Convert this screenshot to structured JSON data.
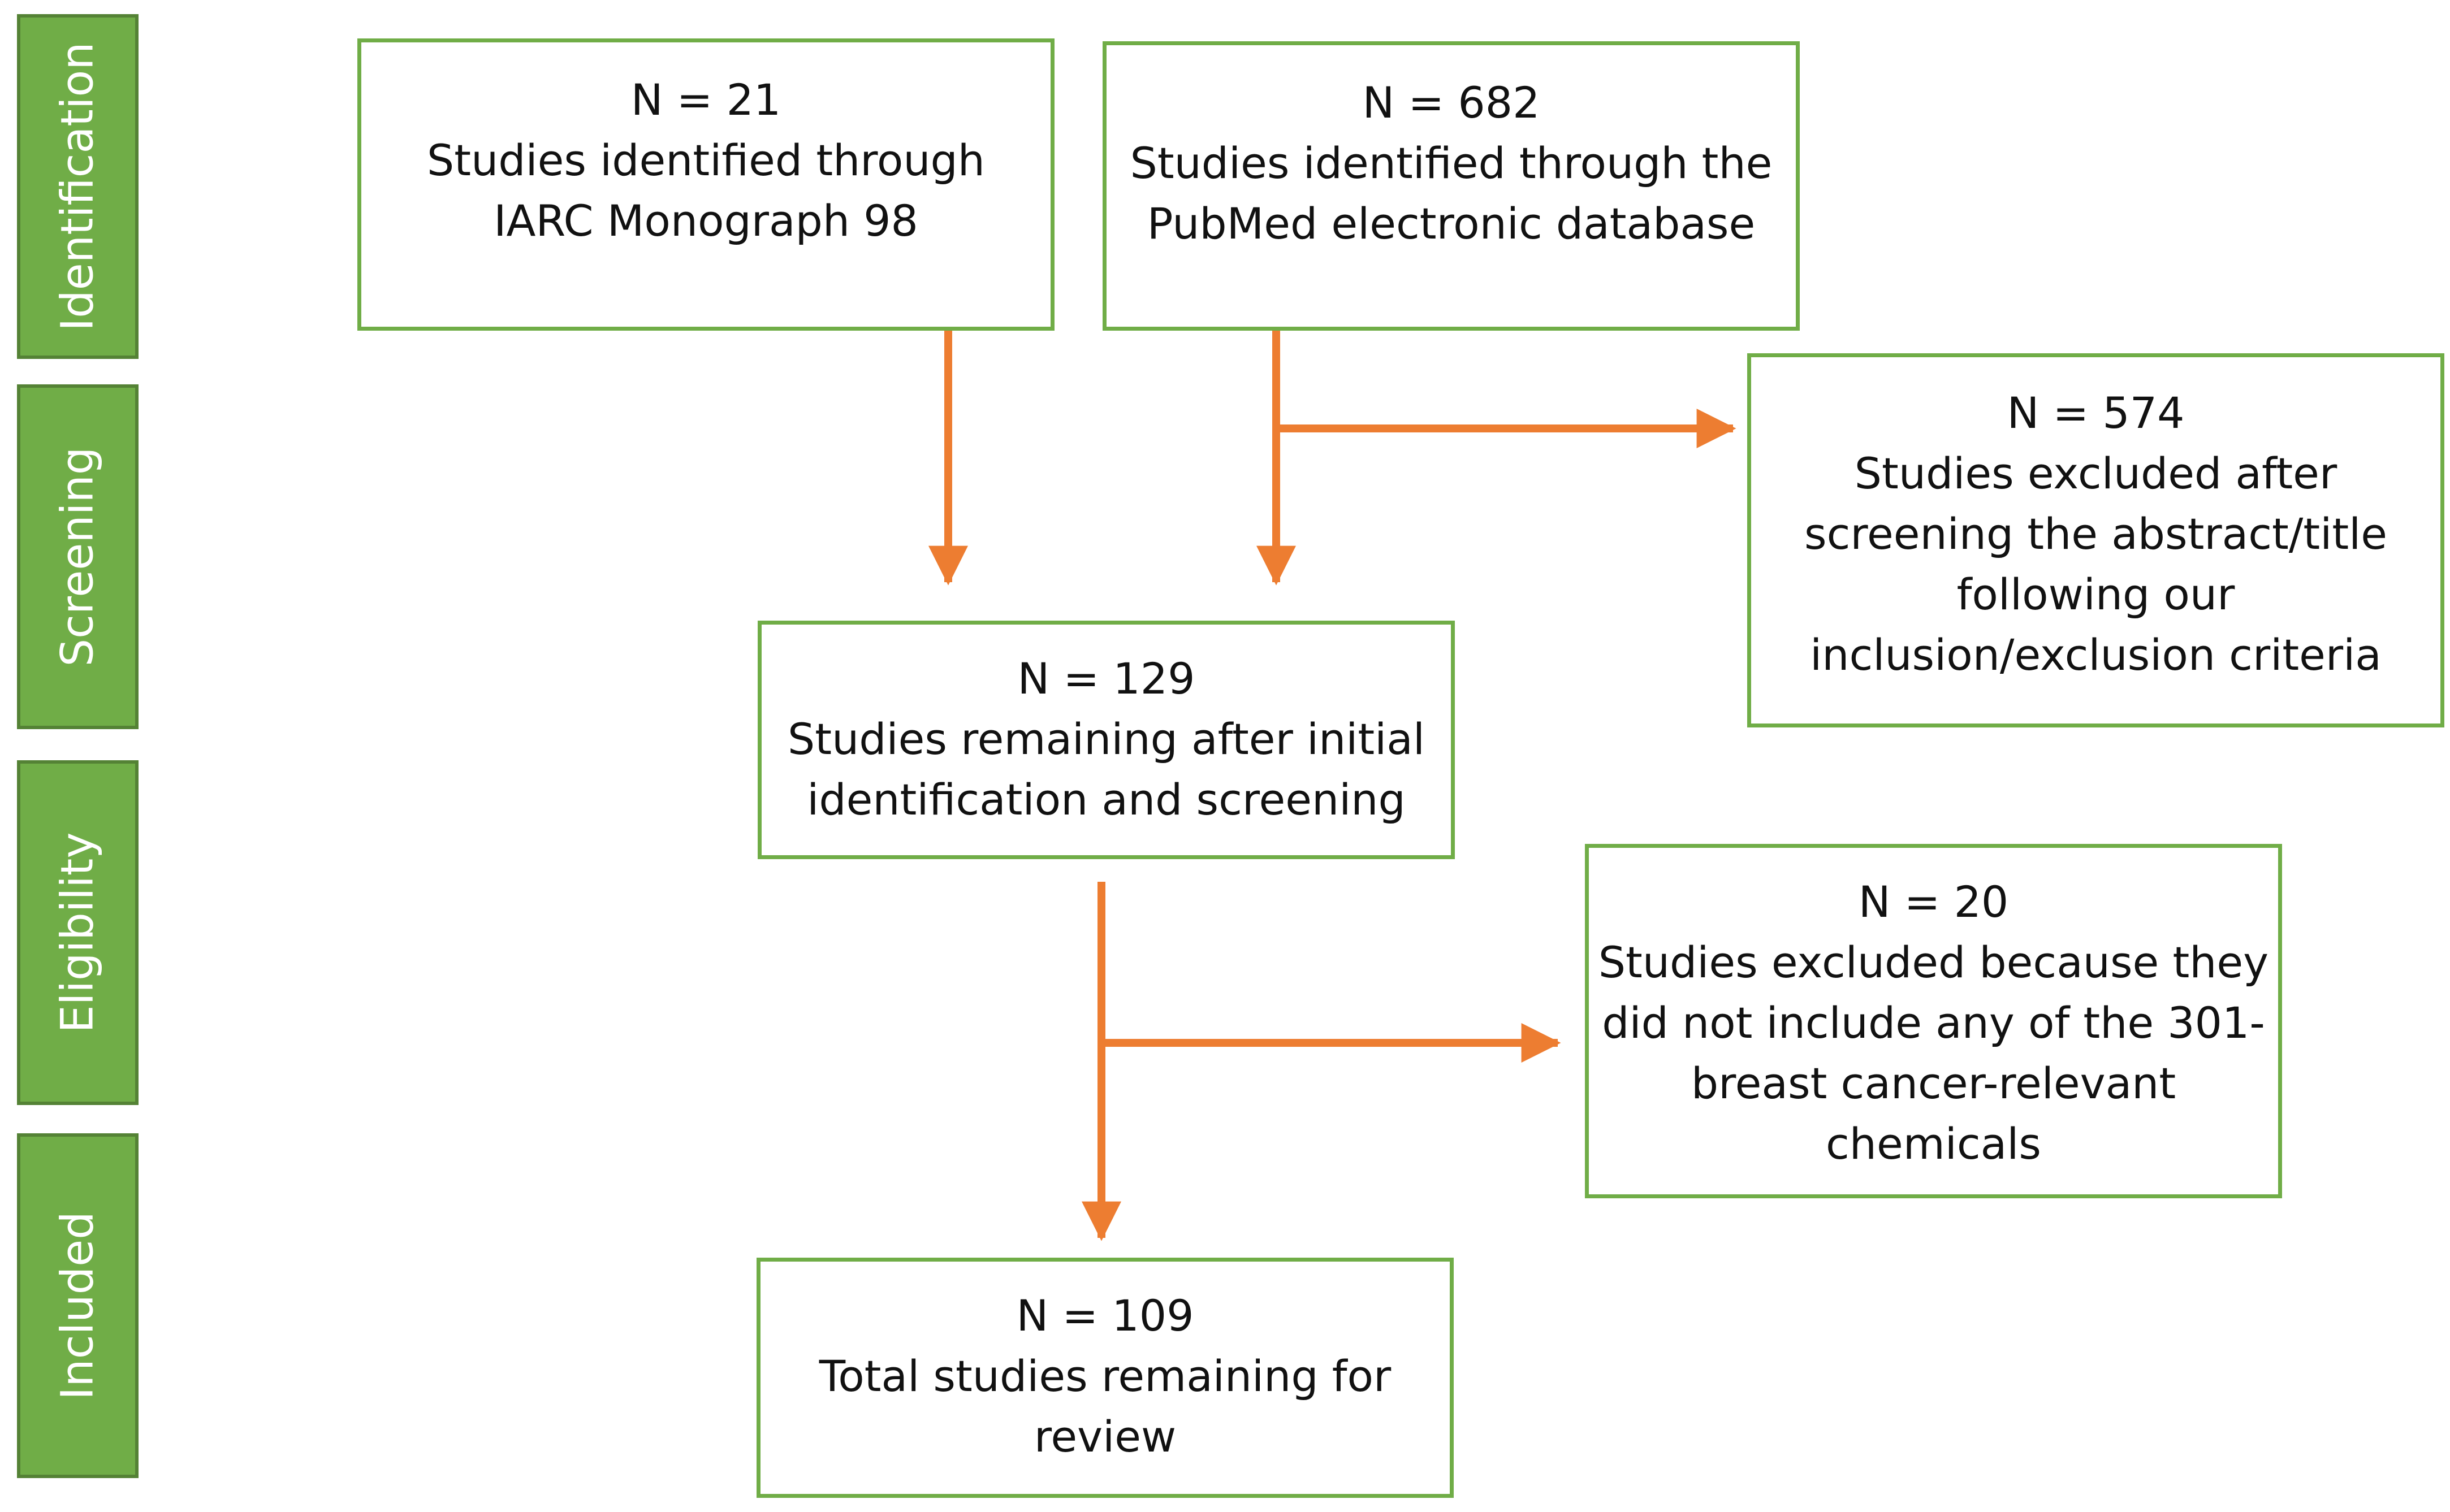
{
  "phases": {
    "identification": "Identification",
    "screening": "Screening",
    "eligibility": "Eligibility",
    "included": "Included"
  },
  "boxes": {
    "iarc": {
      "n": "N = 21",
      "text": "Studies identified through\nIARC Monograph 98"
    },
    "pubmed": {
      "n": "N = 682",
      "text": "Studies identified through the\nPubMed electronic database"
    },
    "excluded_screening": {
      "n": "N = 574",
      "text": "Studies excluded after\nscreening the abstract/title\nfollowing our\ninclusion/exclusion criteria"
    },
    "remaining": {
      "n": "N = 129",
      "text": "Studies remaining after initial\nidentification and screening"
    },
    "excluded_eligibility": {
      "n": "N = 20",
      "text": "Studies excluded because they\ndid not include any of the 301-\nbreast cancer-relevant\nchemicals"
    },
    "included": {
      "n": "N = 109",
      "text": "Total studies remaining for\nreview"
    }
  },
  "colors": {
    "phase_fill": "#70ad47",
    "phase_border": "#548235",
    "box_border": "#70ad47",
    "arrow": "#ed7d31"
  }
}
